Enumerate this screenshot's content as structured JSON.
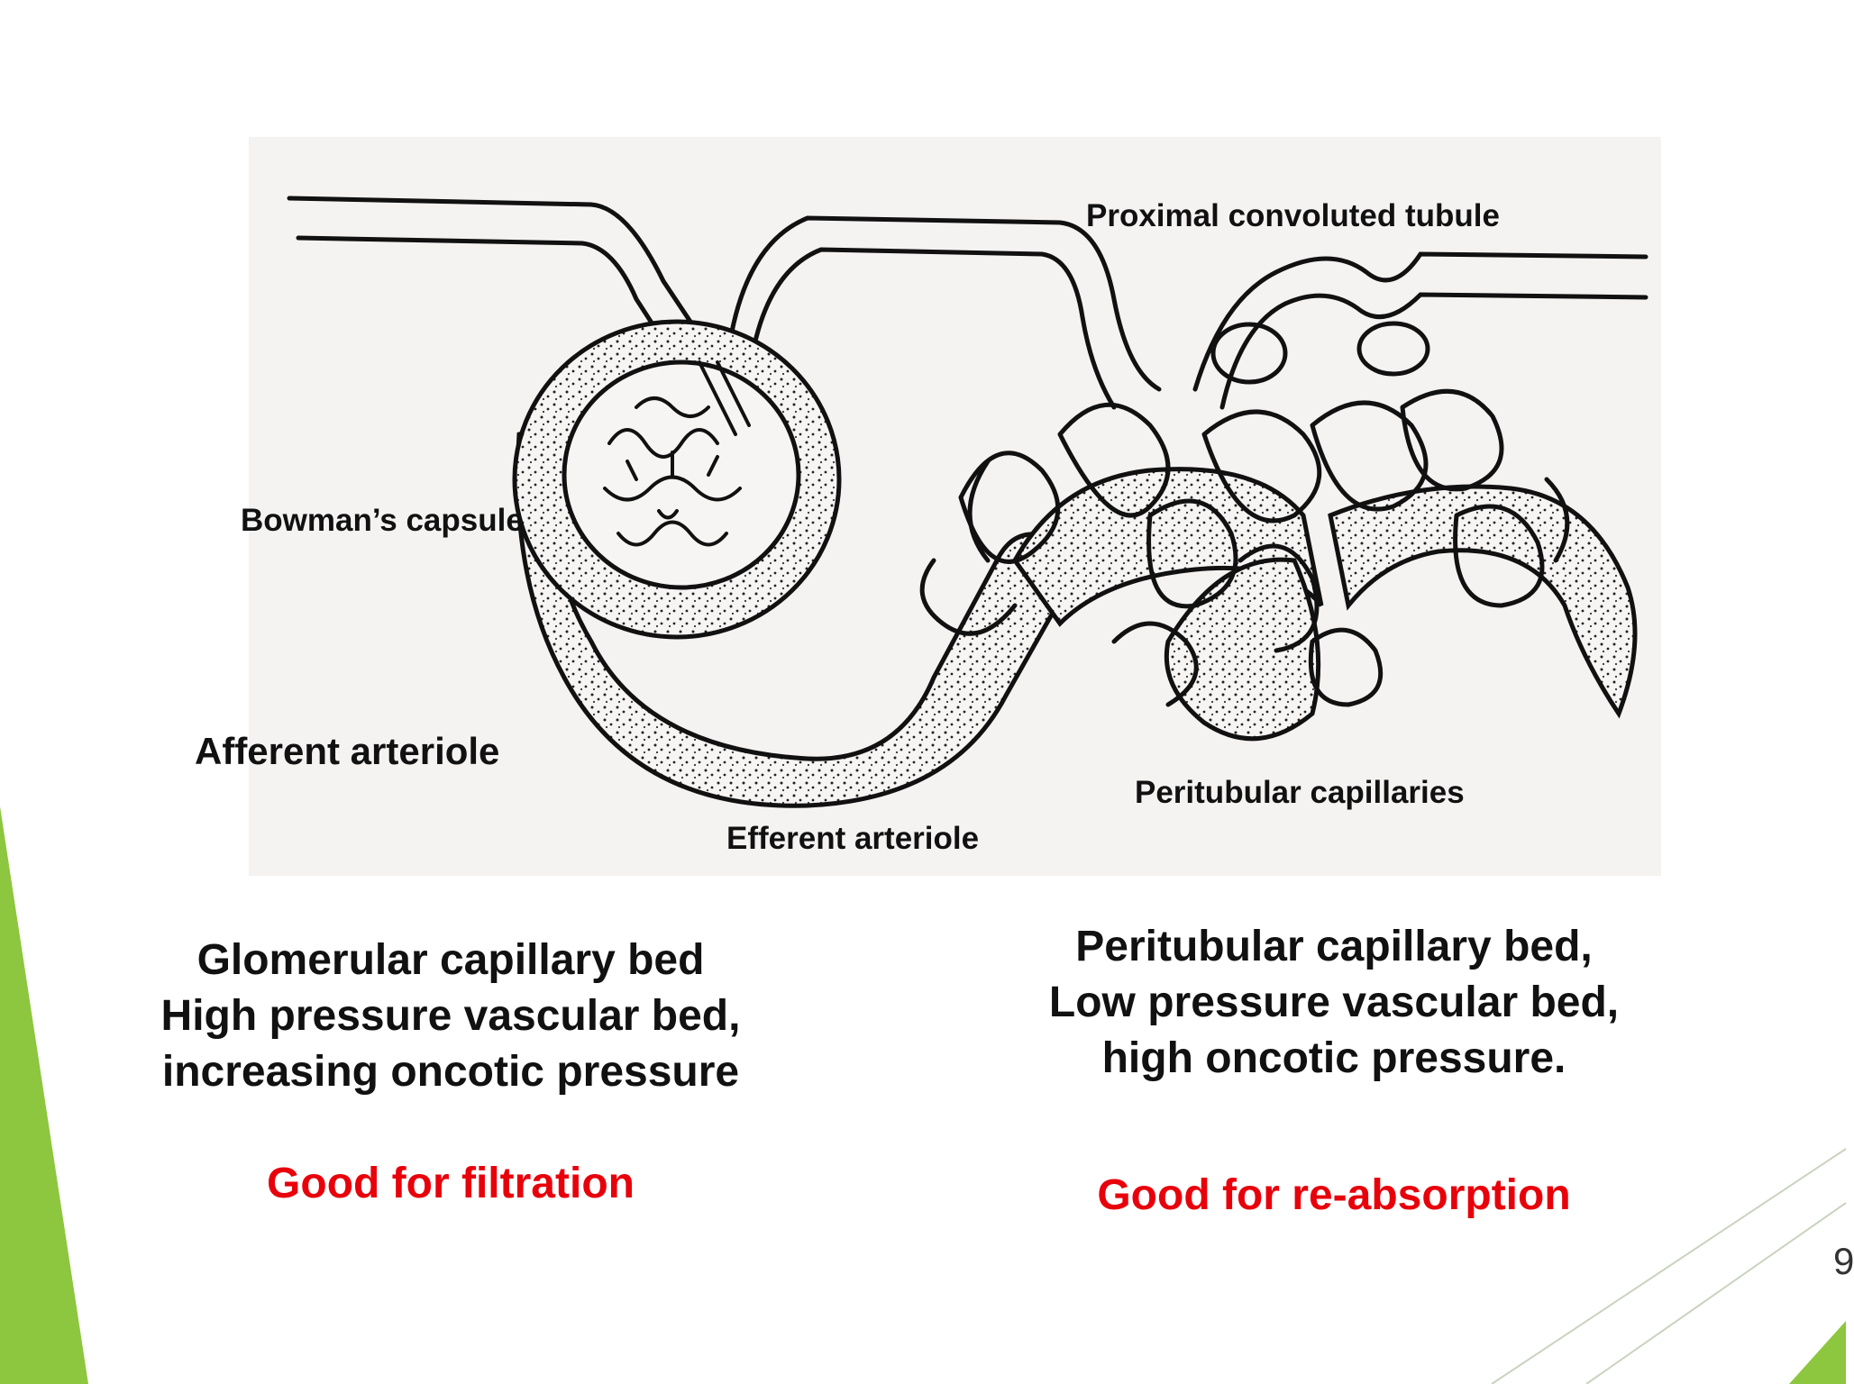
{
  "theme": {
    "accent": "#8dc63f",
    "accent_dark": "#7cb342",
    "highlight": "#e8000b",
    "text": "#111111"
  },
  "diagram": {
    "labels": {
      "proximal_tubule": "Proximal convoluted tubule",
      "bowmans_capsule": "Bowman’s capsule",
      "afferent_arteriole": "Afferent arteriole",
      "efferent_arteriole": "Efferent arteriole",
      "peritubular_capillaries": "Peritubular capillaries"
    }
  },
  "left_caption": {
    "lines": [
      "Glomerular capillary bed",
      "High pressure vascular bed,",
      "increasing oncotic pressure"
    ],
    "conclusion": "Good for filtration"
  },
  "right_caption": {
    "lines": [
      "Peritubular capillary bed,",
      "Low pressure vascular bed,",
      "high oncotic pressure."
    ],
    "conclusion": "Good for re-absorption"
  },
  "page_number": "9"
}
